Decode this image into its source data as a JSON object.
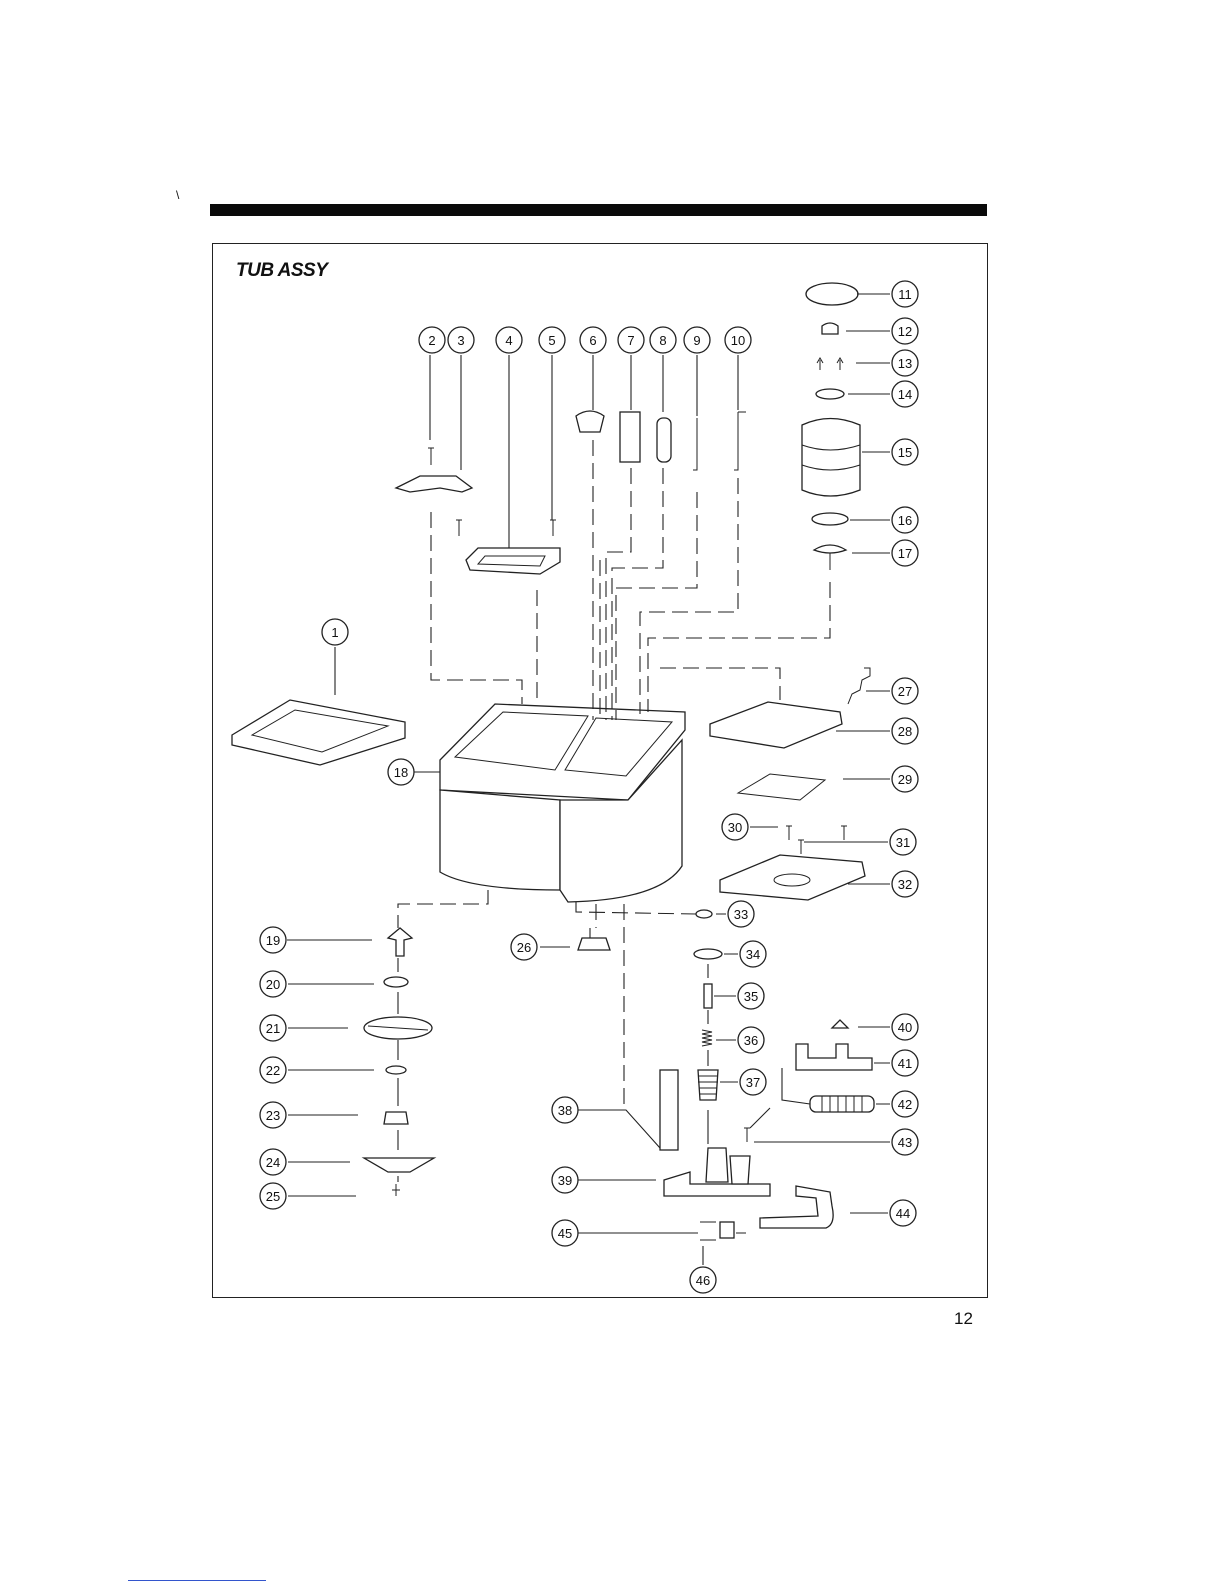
{
  "page": {
    "title": "TUB ASSY",
    "page_number": "12",
    "stray_mark": "\\"
  },
  "callouts": [
    {
      "n": "1"
    },
    {
      "n": "2"
    },
    {
      "n": "3"
    },
    {
      "n": "4"
    },
    {
      "n": "5"
    },
    {
      "n": "6"
    },
    {
      "n": "7"
    },
    {
      "n": "8"
    },
    {
      "n": "9"
    },
    {
      "n": "10"
    },
    {
      "n": "11"
    },
    {
      "n": "12"
    },
    {
      "n": "13"
    },
    {
      "n": "14"
    },
    {
      "n": "15"
    },
    {
      "n": "16"
    },
    {
      "n": "17"
    },
    {
      "n": "18"
    },
    {
      "n": "19"
    },
    {
      "n": "20"
    },
    {
      "n": "21"
    },
    {
      "n": "22"
    },
    {
      "n": "23"
    },
    {
      "n": "24"
    },
    {
      "n": "25"
    },
    {
      "n": "26"
    },
    {
      "n": "27"
    },
    {
      "n": "28"
    },
    {
      "n": "29"
    },
    {
      "n": "30"
    },
    {
      "n": "31"
    },
    {
      "n": "32"
    },
    {
      "n": "33"
    },
    {
      "n": "34"
    },
    {
      "n": "35"
    },
    {
      "n": "36"
    },
    {
      "n": "37"
    },
    {
      "n": "38"
    },
    {
      "n": "39"
    },
    {
      "n": "40"
    },
    {
      "n": "41"
    },
    {
      "n": "42"
    },
    {
      "n": "43"
    },
    {
      "n": "44"
    },
    {
      "n": "45"
    },
    {
      "n": "46"
    }
  ]
}
